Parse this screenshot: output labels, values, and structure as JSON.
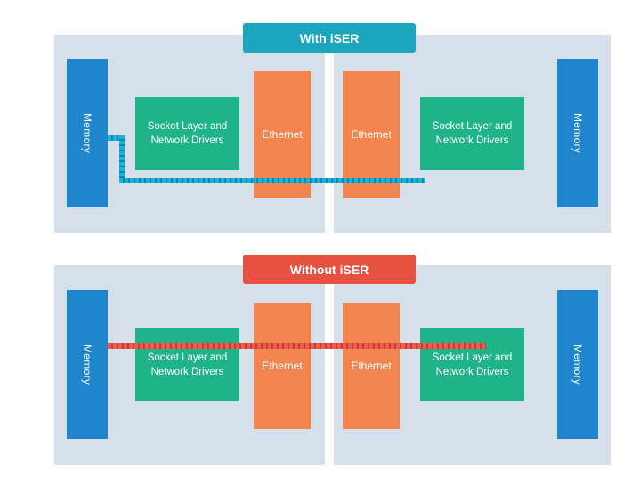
{
  "top": {
    "badge": "With iSER",
    "badge_color": "#1aa7bd",
    "left": {
      "memory": "Memory",
      "socket": "Socket Layer and Network Drivers",
      "ethernet": "Ethernet"
    },
    "right": {
      "memory": "Memory",
      "socket": "Socket Layer and Network Drivers",
      "ethernet": "Ethernet"
    }
  },
  "bottom": {
    "badge": "Without iSER",
    "badge_color": "#e8513f",
    "left": {
      "memory": "Memory",
      "socket": "Socket Layer and Network Drivers",
      "ethernet": "Ethernet"
    },
    "right": {
      "memory": "Memory",
      "socket": "Socket Layer and Network Drivers",
      "ethernet": "Ethernet"
    }
  },
  "colors": {
    "panel": "#d6e0ea",
    "memory": "#1f85cc",
    "socket": "#1fb38a",
    "ethernet": "#f2844d"
  }
}
